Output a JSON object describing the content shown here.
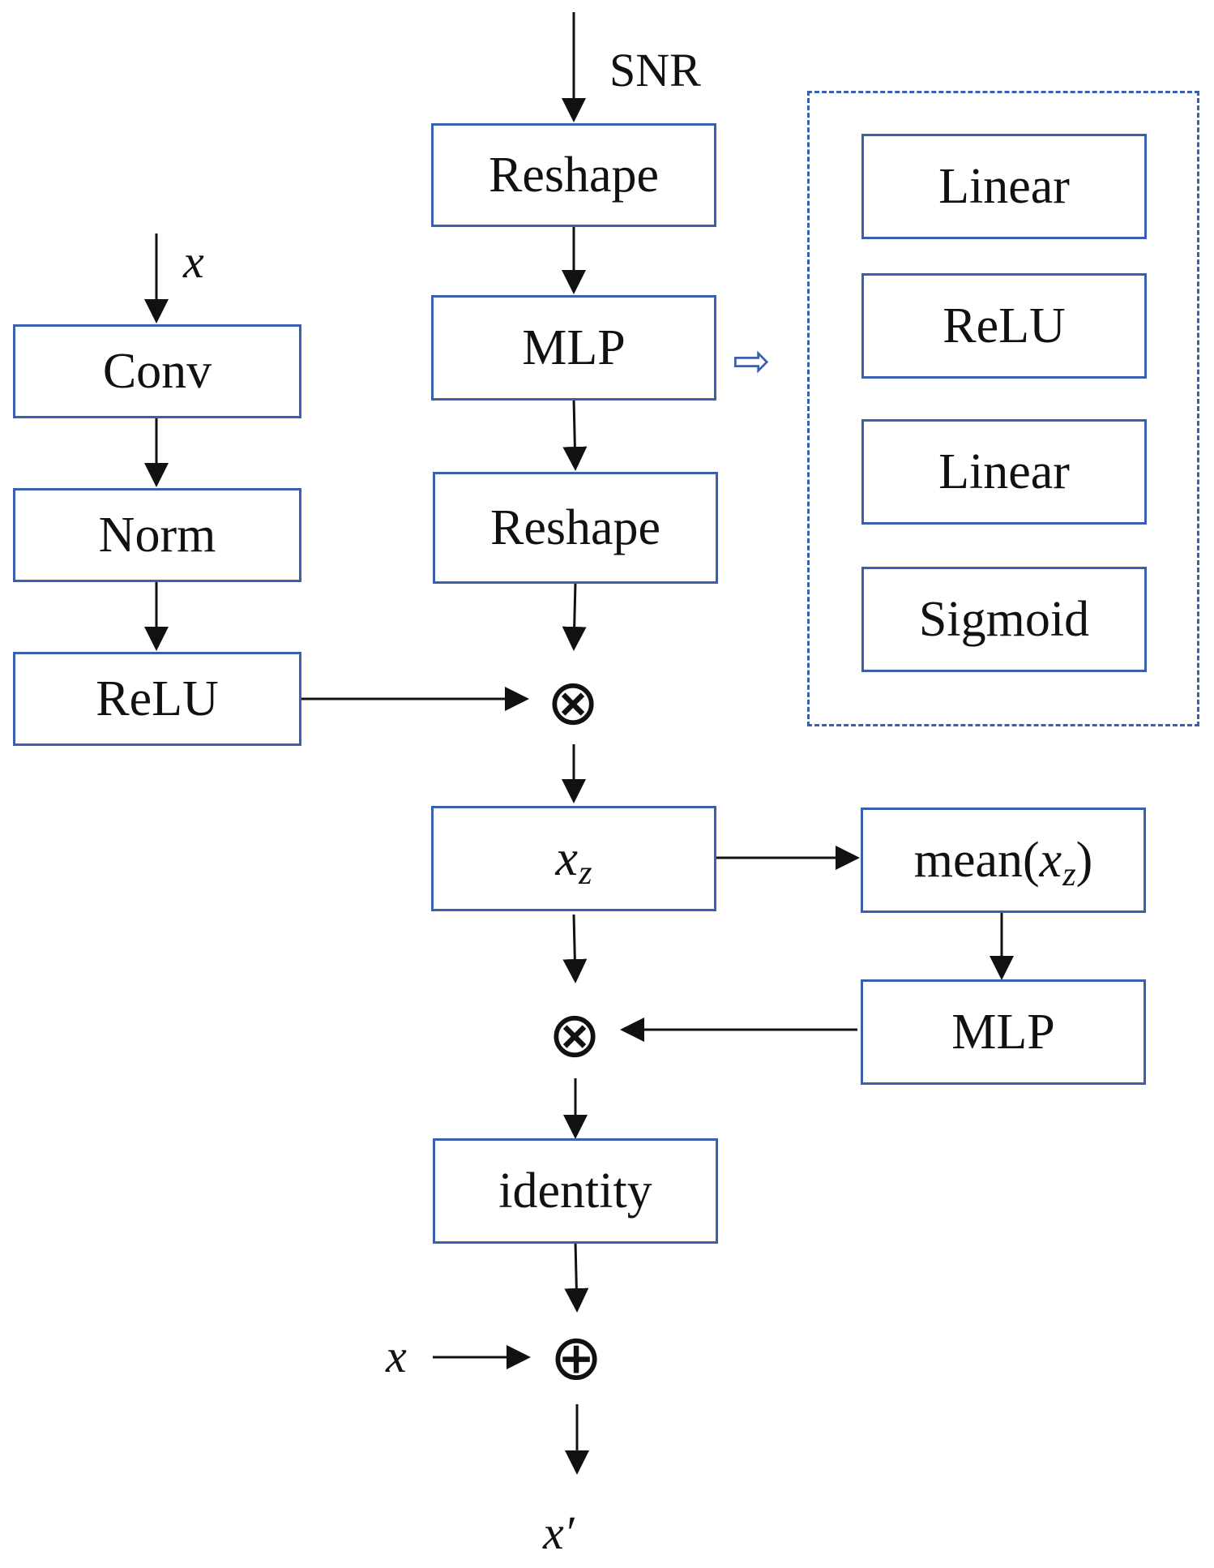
{
  "inputs": {
    "snr": "SNR",
    "x_top": "x",
    "x_side": "x",
    "x_out": "x′"
  },
  "left_branch": {
    "conv": "Conv",
    "norm": "Norm",
    "relu": "ReLU"
  },
  "center_branch": {
    "reshape1": "Reshape",
    "mlp": "MLP",
    "reshape2": "Reshape",
    "xz_base": "x",
    "xz_sub": "z",
    "identity": "identity"
  },
  "right_branch": {
    "mean_prefix": "mean(",
    "mean_base": "x",
    "mean_sub": "z",
    "mean_suffix": ")",
    "mlp": "MLP"
  },
  "mlp_detail": {
    "layers": [
      "Linear",
      "ReLU",
      "Linear",
      "Sigmoid"
    ]
  },
  "operators": {
    "multiply": "⊗",
    "add": "⊕",
    "expand": "⇨"
  },
  "colors": {
    "box_border": "#3a5fae",
    "arrow": "#111111"
  }
}
